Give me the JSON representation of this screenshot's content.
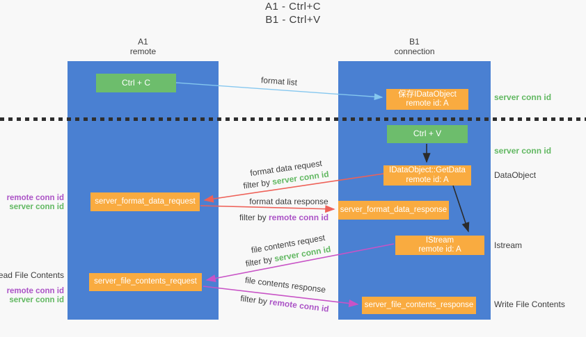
{
  "title": {
    "line1": "A1 - Ctrl+C",
    "line2": "B1 - Ctrl+V"
  },
  "columns": {
    "left": {
      "name": "A1",
      "subtitle": "remote"
    },
    "right": {
      "name": "B1",
      "subtitle": "connection"
    }
  },
  "nodes": {
    "ctrl_c": {
      "label": "Ctrl + C"
    },
    "save_idataobject": {
      "line1": "保存IDataObject",
      "line2": "remote id: A"
    },
    "ctrl_v": {
      "label": "Ctrl + V"
    },
    "idataobject_getdata": {
      "line1": "IDataObject::GetData",
      "line2": "remote id: A"
    },
    "istream": {
      "line1": "IStream",
      "line2": "remote id: A"
    },
    "server_format_data_request": {
      "label": "server_format_data_request"
    },
    "server_format_data_response": {
      "label": "server_format_data_response"
    },
    "server_file_contents_request": {
      "label": "server_file_contents_request"
    },
    "server_file_contents_response": {
      "label": "server_file_contents_response"
    }
  },
  "arrow_labels": {
    "format_list": "format list",
    "format_data_request": "format data request",
    "format_data_response": "format data response",
    "file_contents_request": "file contents request",
    "file_contents_response": "file contents response",
    "filter_by": "filter by",
    "server_conn_id": "server conn id",
    "remote_conn_id": "remote conn id"
  },
  "side_labels": {
    "right": {
      "server_conn_id_top": "server conn id",
      "server_conn_id_mid": "server conn id",
      "dataobject": "DataObject",
      "istream": "Istream",
      "write_file_contents": "Write File Contents"
    },
    "left": {
      "remote_conn_id_top": "remote conn id",
      "server_conn_id_top": "server conn id",
      "read_file_contents": "Read File Contents",
      "remote_conn_id_bottom": "remote conn id",
      "server_conn_id_bottom": "server conn id"
    }
  },
  "colors": {
    "background": "#f8f8f8",
    "column_blue": "#4a80d2",
    "node_green": "#6dbd6c",
    "node_orange": "#f9ab40",
    "arrow_blue": "#85c7ef",
    "arrow_red": "#ee6158",
    "arrow_magenta": "#c853c6",
    "arrow_black": "#2b2b2b",
    "text_green": "#62b862",
    "text_purple": "#ab53c6",
    "text_dark": "#3c3c3c"
  }
}
